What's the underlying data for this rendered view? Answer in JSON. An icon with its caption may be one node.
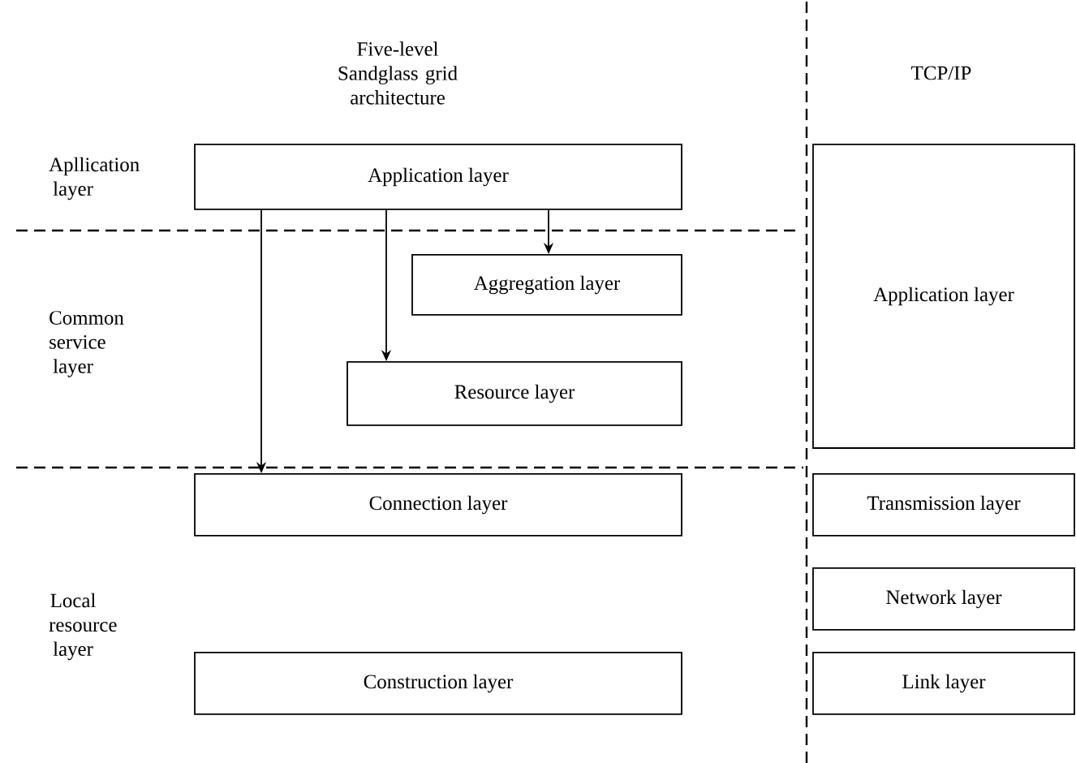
{
  "diagram": {
    "nodes": [
      {
        "text": [
          "Application layer"
        ]
      },
      {
        "text": [
          "Aggregation layer"
        ]
      },
      {
        "text": [
          "Resource layer"
        ]
      },
      {
        "text": [
          "Connection layer"
        ]
      },
      {
        "text": [
          "Construction layer"
        ]
      },
      {
        "text": [
          "Application layer"
        ]
      },
      {
        "text": [
          "Transmission layer"
        ]
      },
      {
        "text": [
          "Network layer"
        ]
      },
      {
        "text": [
          "Link layer"
        ]
      }
    ],
    "edges": [
      {
        "from": 0,
        "to": 1,
        "arrow": "to"
      },
      {
        "from": 0,
        "to": 2,
        "arrow": "to"
      },
      {
        "from": 0,
        "to": 3,
        "arrow": "to"
      }
    ],
    "labels": [
      "Five-level Sandglass grid architecture",
      "TCP/IP",
      "Apllication layer",
      "Common service layer",
      "Local resource layer"
    ]
  }
}
